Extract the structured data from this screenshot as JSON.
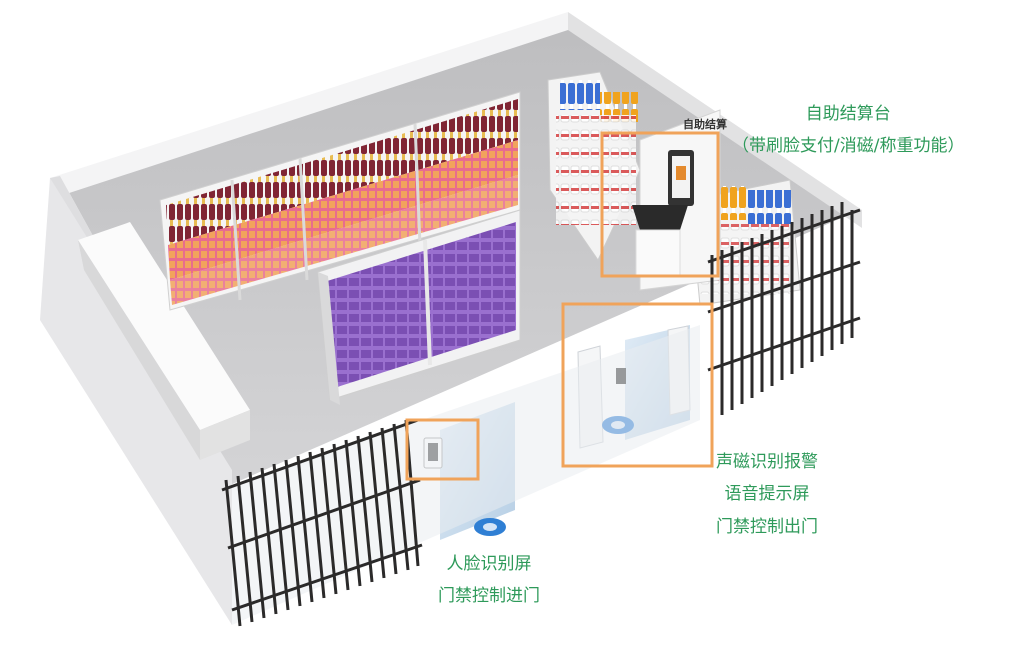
{
  "callouts": {
    "checkout": {
      "line1": "自助结算台",
      "line2": "（带刷脸支付/消磁/称重功能）"
    },
    "exit_gate": {
      "line1": "声磁识别报警",
      "line2": "语音提示屏",
      "line3": "门禁控制出门"
    },
    "entry_gate": {
      "line1": "人脸识别屏",
      "line2": "门禁控制进门"
    }
  },
  "kiosk_sign": "自助结算",
  "colors": {
    "callout_text": "#2e9a5a",
    "highlight_box": "#f0a35a",
    "wall": "#e9e9ea",
    "floor": "#c9c9cb",
    "fence": "#2b2a2a",
    "shelf_pink": "#e5537a",
    "shelf_purple": "#8a5ec0",
    "bottle_red": "#7a1a2a",
    "bottle_blue": "#3b6fd4",
    "bottle_orange": "#f0a31e",
    "glass": "#c9dcee"
  }
}
